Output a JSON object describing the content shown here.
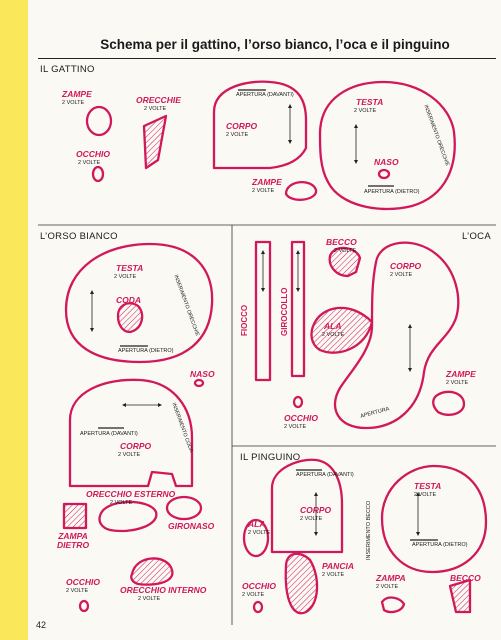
{
  "title": "Schema per il gattino, l’orso bianco, l’oca e il pinguino",
  "page_number": "42",
  "qty": "2 VOLTE",
  "sections": {
    "gattino": "IL GATTINO",
    "orso": "L’ORSO BIANCO",
    "oca": "L’OCA",
    "pinguino": "IL PINGUINO"
  },
  "gattino": {
    "zampe": "ZAMPE",
    "orecchie": "ORECCHIE",
    "occhio": "OCCHIO",
    "corpo": "CORPO",
    "apertura_davanti": "APERTURA (DAVANTI)",
    "zampe2": "ZAMPE",
    "testa": "TESTA",
    "inserimento_orecchie": "INSERIMENTO ORECCHIE",
    "naso": "NASO",
    "apertura_dietro": "APERTURA (DIETRO)"
  },
  "orso": {
    "testa": "TESTA",
    "inserimento_orecchie": "INSERIMENTO ORECCHIE",
    "coda": "CODA",
    "apertura_dietro": "APERTURA (DIETRO)",
    "naso": "NASO",
    "inserimento_coda": "INSERIMENTO CODA",
    "apertura_davanti": "APERTURA (DAVANTI)",
    "corpo": "CORPO",
    "orecchio_esterno": "ORECCHIO ESTERNO",
    "zampa_dietro": "ZAMPA DIETRO",
    "gironaso": "GIRONASO",
    "occhio": "OCCHIO",
    "orecchio_interno": "ORECCHIO INTERNO"
  },
  "oca": {
    "fiocco": "FIOCCO",
    "girocollo": "GIROCOLLO",
    "becco": "BECCO",
    "corpo": "CORPO",
    "ala": "ALA",
    "zampe": "ZAMPE",
    "occhio": "OCCHIO",
    "apertura": "APERTURA"
  },
  "pinguino": {
    "apertura_davanti": "APERTURA (DAVANTI)",
    "corpo": "CORPO",
    "testa": "TESTA",
    "inserimento_becco": "INSERIMENTO BECCO",
    "apertura_dietro": "APERTURA (DIETRO)",
    "ala": "ALA",
    "pancia": "PANCIA",
    "occhio": "OCCHIO",
    "zampa": "ZAMPA",
    "becco": "BECCO"
  },
  "colors": {
    "pattern": "#d0185b",
    "ink": "#1a1a1a",
    "binding": "#fbe85a"
  }
}
